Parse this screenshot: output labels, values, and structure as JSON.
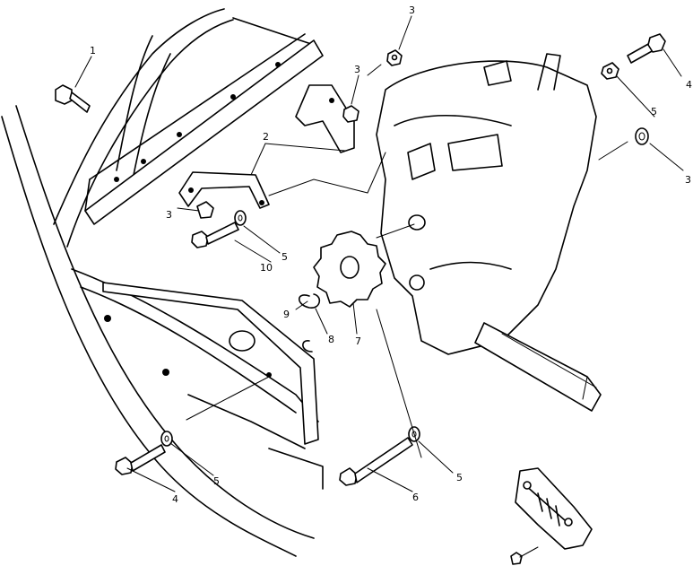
{
  "callouts": [
    {
      "id": "c1",
      "text": "1"
    },
    {
      "id": "c2",
      "text": "2"
    },
    {
      "id": "c3a",
      "text": "3"
    },
    {
      "id": "c3b",
      "text": "3"
    },
    {
      "id": "c3c",
      "text": "3"
    },
    {
      "id": "c3d",
      "text": "3"
    },
    {
      "id": "c4a",
      "text": "4"
    },
    {
      "id": "c4b",
      "text": "4"
    },
    {
      "id": "c5a",
      "text": "5"
    },
    {
      "id": "c5b",
      "text": "5"
    },
    {
      "id": "c5c",
      "text": "5"
    },
    {
      "id": "c5d",
      "text": "5"
    },
    {
      "id": "c6",
      "text": "6"
    },
    {
      "id": "c7",
      "text": "7"
    },
    {
      "id": "c8",
      "text": "8"
    },
    {
      "id": "c9",
      "text": "9"
    },
    {
      "id": "c10",
      "text": "10"
    }
  ]
}
